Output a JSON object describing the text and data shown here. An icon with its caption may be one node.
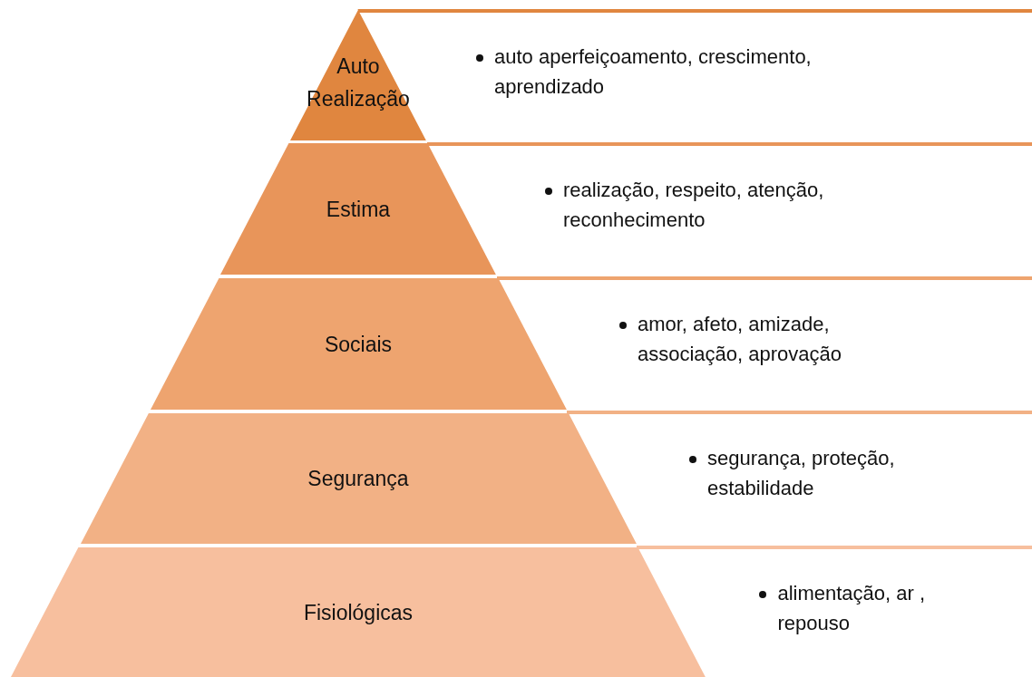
{
  "diagram": {
    "nodes": [
      {
        "text": [
          "Auto Realização"
        ]
      },
      {
        "text": [
          "auto aperfeiçoamento, crescimento, aprendizado"
        ]
      },
      {
        "text": [
          "Estima"
        ]
      },
      {
        "text": [
          "realização, respeito, atenção, reconhecimento"
        ]
      },
      {
        "text": [
          "Sociais"
        ]
      },
      {
        "text": [
          "amor, afeto, amizade, associação, aprovação"
        ]
      },
      {
        "text": [
          "Segurança"
        ]
      },
      {
        "text": [
          "segurança, proteção, estabilidade"
        ]
      },
      {
        "text": [
          "Fisiológicas"
        ]
      },
      {
        "text": [
          "alimentação, ar , repouso"
        ]
      }
    ],
    "edges": []
  }
}
